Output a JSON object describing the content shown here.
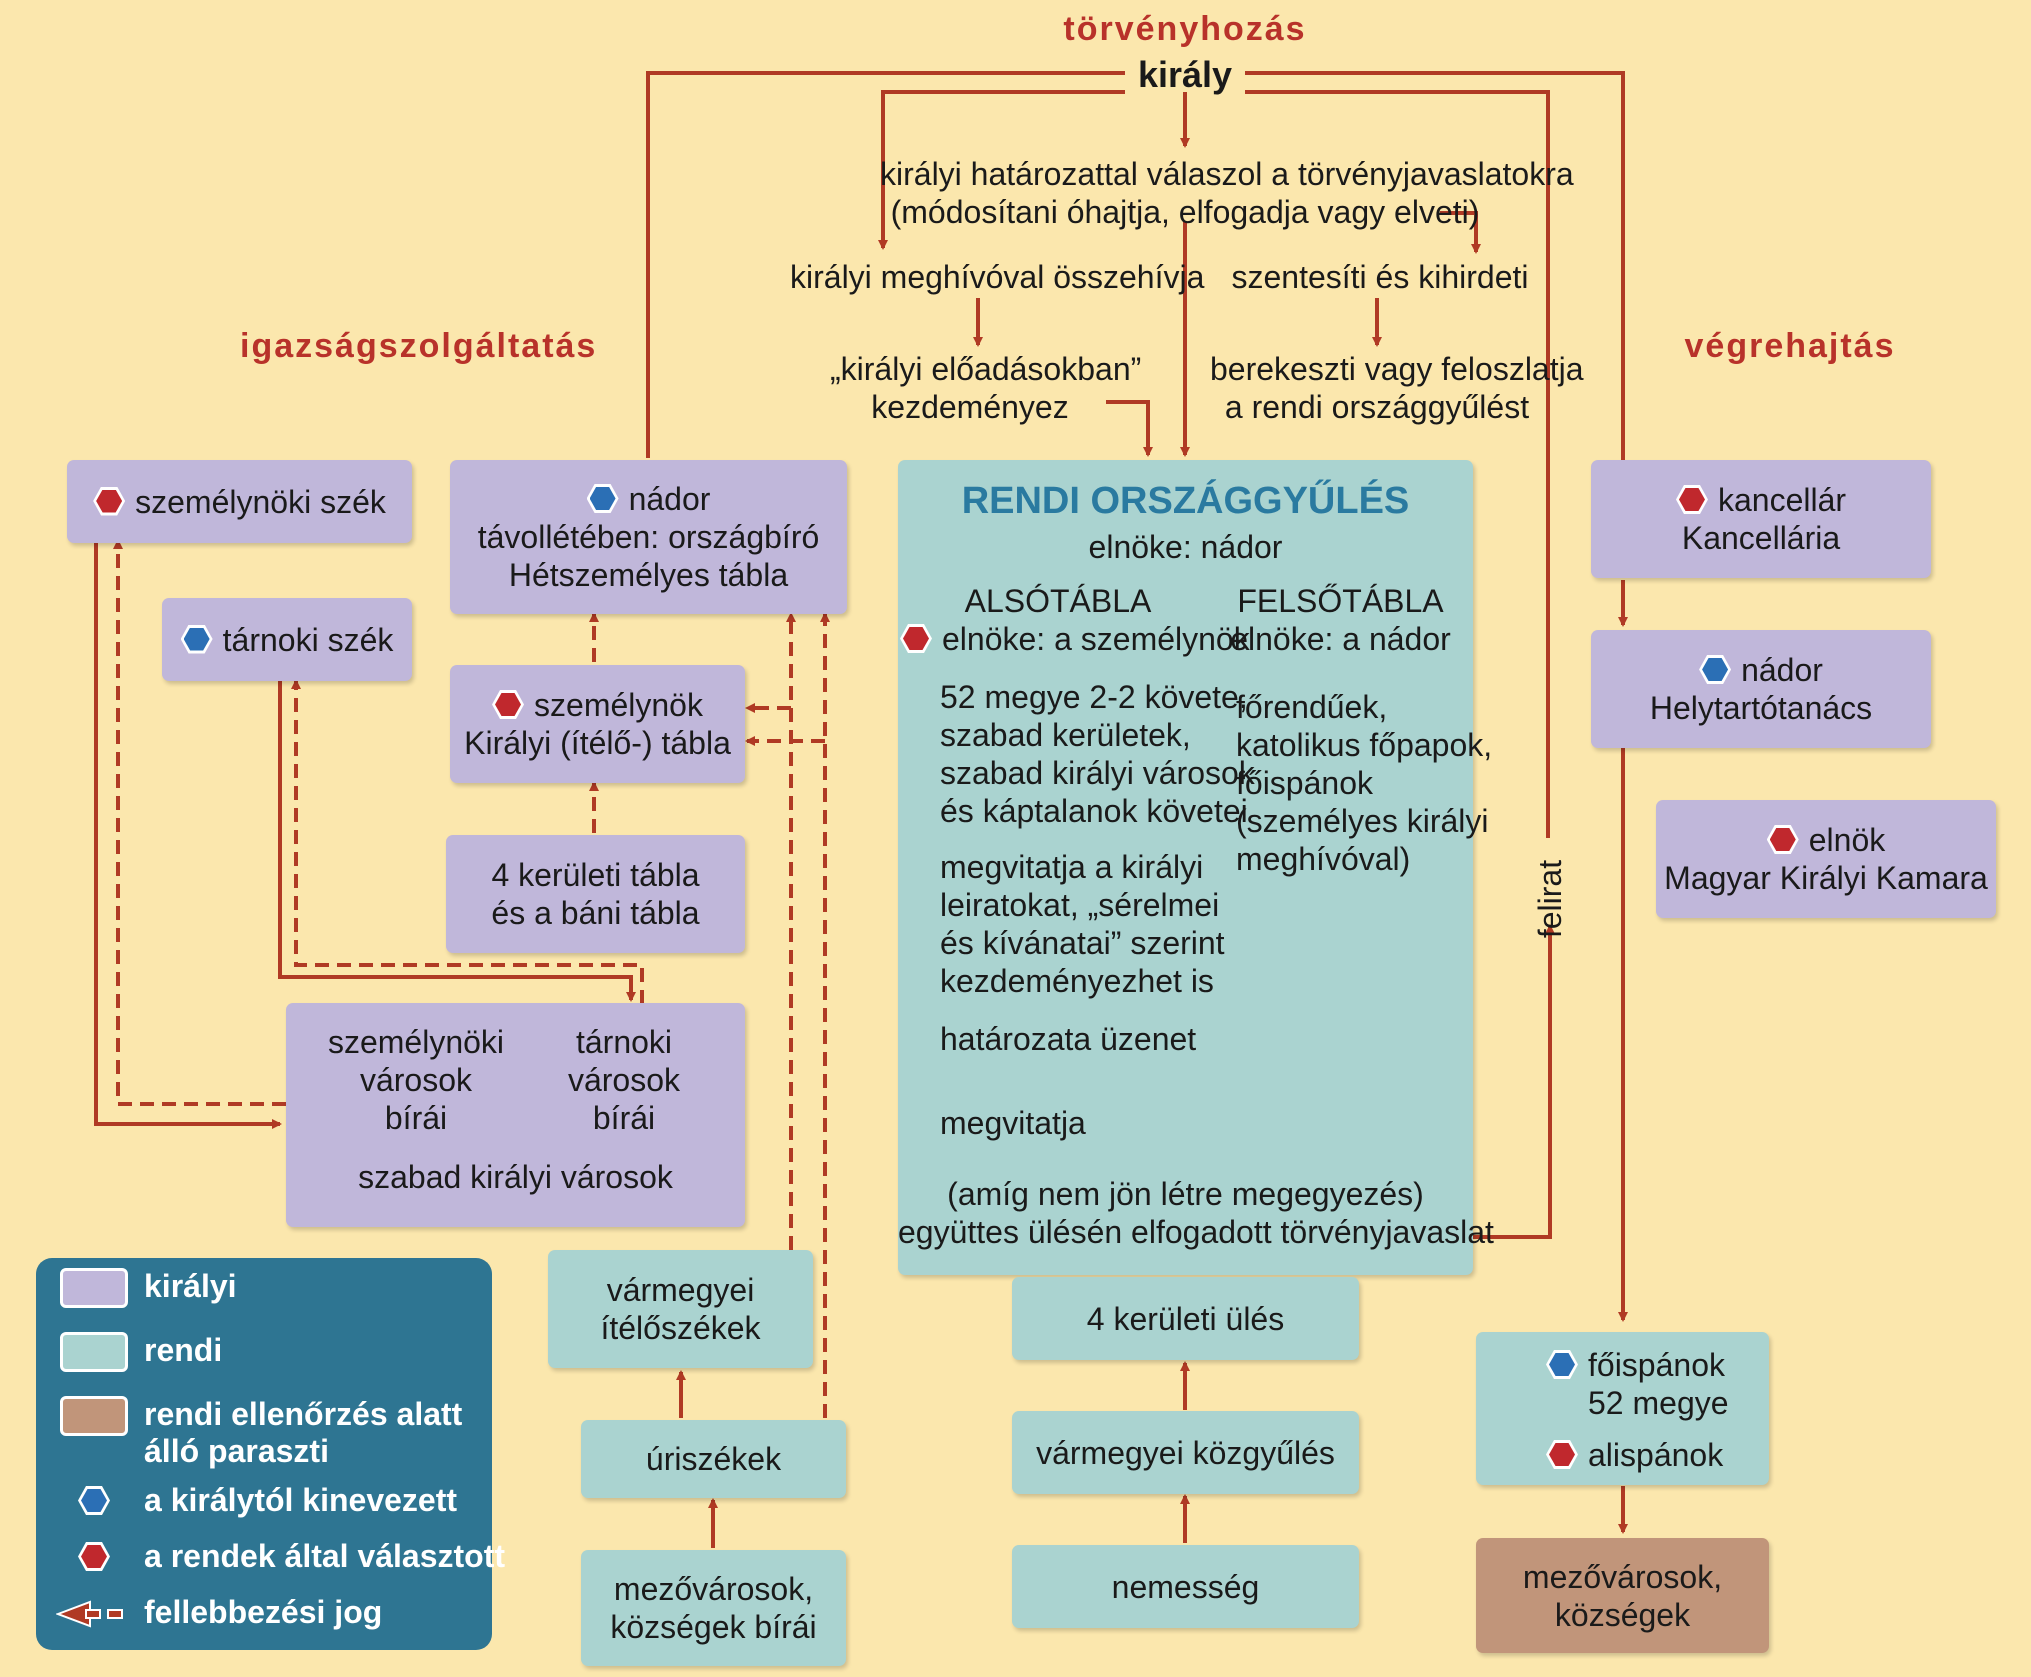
{
  "headings": {
    "legislation": "törvényhozás",
    "judiciary": "igazságszolgáltatás",
    "executive": "végrehajtás"
  },
  "king": "király",
  "legislative_steps": {
    "royal_resolution": [
      "királyi határozattal válaszol a törvényjavaslatokra",
      "(módosítani óhajtja, elfogadja vagy elveti)"
    ],
    "convenes": "királyi meghívóval összehívja",
    "royal_propositions": [
      "„királyi előadásokban”",
      "kezdeményez"
    ],
    "sanctions": "szentesíti és kihirdeti",
    "dissolves": [
      "berekeszti vagy feloszlatja",
      "a rendi országgyűlést"
    ]
  },
  "diet": {
    "title": "RENDI ORSZÁGGYŰLÉS",
    "chair": "elnöke: nádor",
    "lower": {
      "title": "ALSÓTÁBLA",
      "chair": "elnöke: a személynök",
      "members": [
        "52 megye 2-2 követe,",
        "szabad kerületek,",
        "szabad királyi városok",
        "és káptalanok követei"
      ],
      "debate": [
        "megvitatja a királyi",
        "leiratokat, „sérelmei",
        "és kívánatai” szerint",
        "kezdeményezhet is"
      ],
      "resolution": "határozata üzenet",
      "debates": "megvitatja"
    },
    "upper": {
      "title": "FELSŐTÁBLA",
      "chair": "elnöke: a nádor",
      "members": [
        "főrendűek,",
        "katolikus főpapok,",
        "főispánok",
        "(személyes királyi",
        "meghívóval)"
      ]
    },
    "joint": [
      "(amíg nem jön létre megegyezés)",
      "együttes ülésén elfogadott törvényjavaslat"
    ]
  },
  "petition": "felirat",
  "district_session": "4 kerületi ülés",
  "county_assembly": "vármegyei közgyűlés",
  "nobility": "nemesség",
  "judiciary": {
    "personal_court": "személynöki szék",
    "tarnok_court": "tárnoki szék",
    "palatine": [
      "nádor",
      "távollétében: országbíró",
      "Hétszemélyes tábla"
    ],
    "personalis": [
      "személynök",
      "Királyi (ítélő-) tábla"
    ],
    "district_tables": [
      "4 kerületi tábla",
      "és a báni tábla"
    ],
    "city_judges_personal": [
      "személynöki",
      "városok",
      "bírái"
    ],
    "city_judges_tarnok": [
      "tárnoki",
      "városok",
      "bírái"
    ],
    "free_cities": "szabad királyi városok",
    "county_courts": [
      "vármegyei",
      "ítélőszékek"
    ],
    "manorial_courts": "úriszékek",
    "market_town_judges": [
      "mezővárosok,",
      "községek bírái"
    ]
  },
  "executive": {
    "chancellor": [
      "kancellár",
      "Kancellária"
    ],
    "lieutenancy": [
      "nádor",
      "Helytartótanács"
    ],
    "chamber": [
      "elnök",
      "Magyar Királyi Kamara"
    ],
    "counties": [
      "főispánok",
      "52 megye",
      "alispánok"
    ],
    "market_towns": [
      "mezővárosok,",
      "községek"
    ]
  },
  "legend": {
    "royal": "királyi",
    "estate": "rendi",
    "peasant": [
      "rendi ellenőrzés alatt",
      "álló paraszti"
    ],
    "appointed": "a királytól kinevezett",
    "elected": "a rendek által választott",
    "appeal": "fellebbezési jog"
  },
  "colors": {
    "background": "#fbe7ad",
    "royal": "#c0b7da",
    "estate": "#aad3d0",
    "peasant": "#c1957a",
    "arrow": "#b03a24",
    "heading": "#b8322a",
    "legend_bg": "#2e7592",
    "appointed_marker": "#2b6fb5",
    "elected_marker": "#c0282d"
  }
}
